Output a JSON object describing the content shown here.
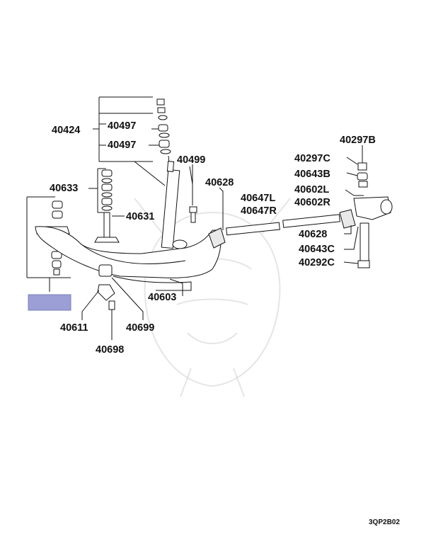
{
  "labels": {
    "p40424": "40424",
    "p40497a": "40497",
    "p40497b": "40497",
    "p40499": "40499",
    "p40633": "40633",
    "p40631": "40631",
    "p40628a": "40628",
    "p40647l": "40647L",
    "p40647r": "40647R",
    "p40297b": "40297B",
    "p40297c": "40297C",
    "p40643b": "40643B",
    "p40602l": "40602L",
    "p40602r": "40602R",
    "p40628b": "40628",
    "p40643c": "40643C",
    "p40292c": "40292C",
    "p40603": "40603",
    "p40611": "40611",
    "p40699": "40699",
    "p40698": "40698"
  },
  "reference_code": "3QP2B02",
  "highlight_color": "#9b9fd6"
}
